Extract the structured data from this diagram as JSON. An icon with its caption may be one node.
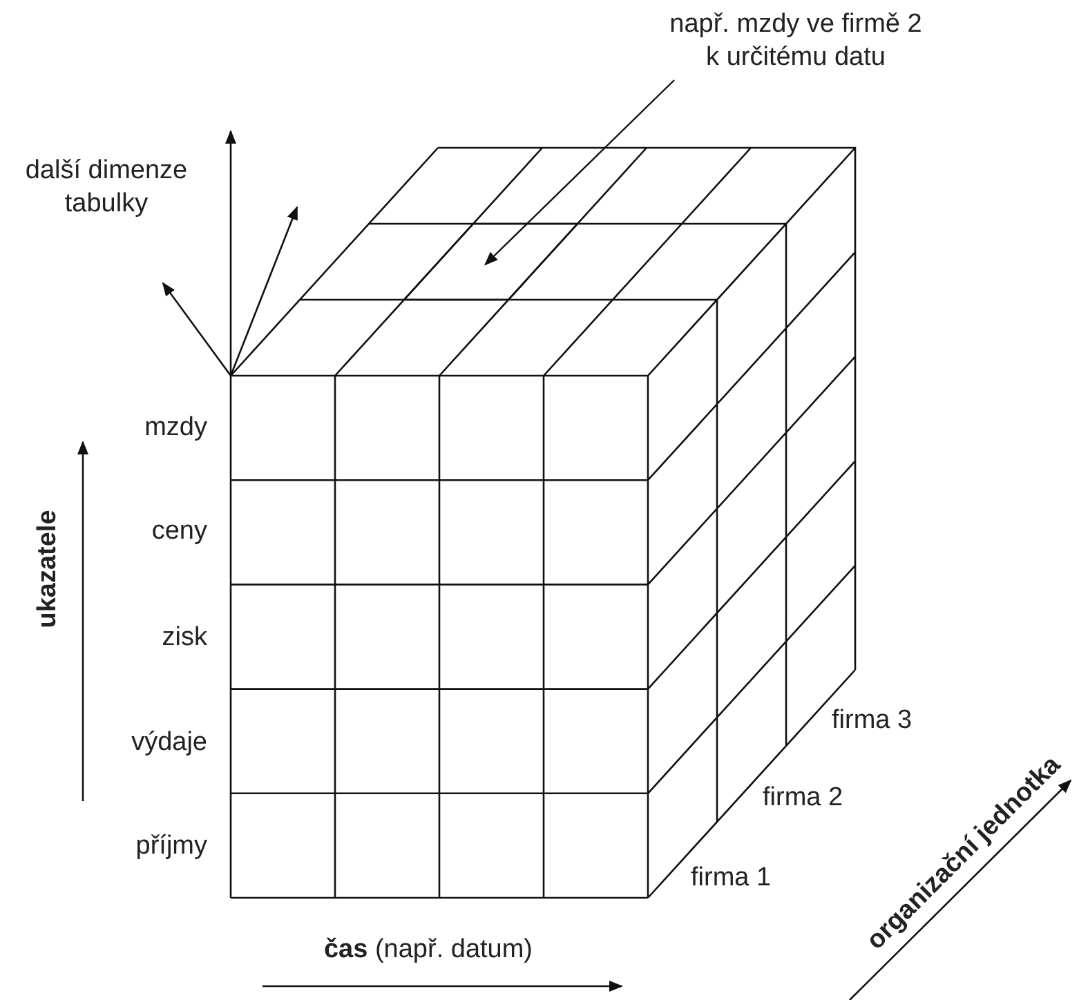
{
  "diagram": {
    "nodes": [
      {
        "text": [
          "např. mzdy ve firmě 2 k určitému datu"
        ]
      },
      {
        "text": [],
        "shape": "box"
      }
    ],
    "edges": [
      {
        "from": 0,
        "to": 1,
        "arrow": "to"
      }
    ],
    "labels": [
      "další dimenze tabulky",
      "mzdy",
      "ceny",
      "zisk",
      "výdaje",
      "příjmy",
      "ukazatele",
      "firma 3",
      "firma 2",
      "firma 1",
      "**čas** (např. datum)",
      "organizační jednotka"
    ]
  }
}
